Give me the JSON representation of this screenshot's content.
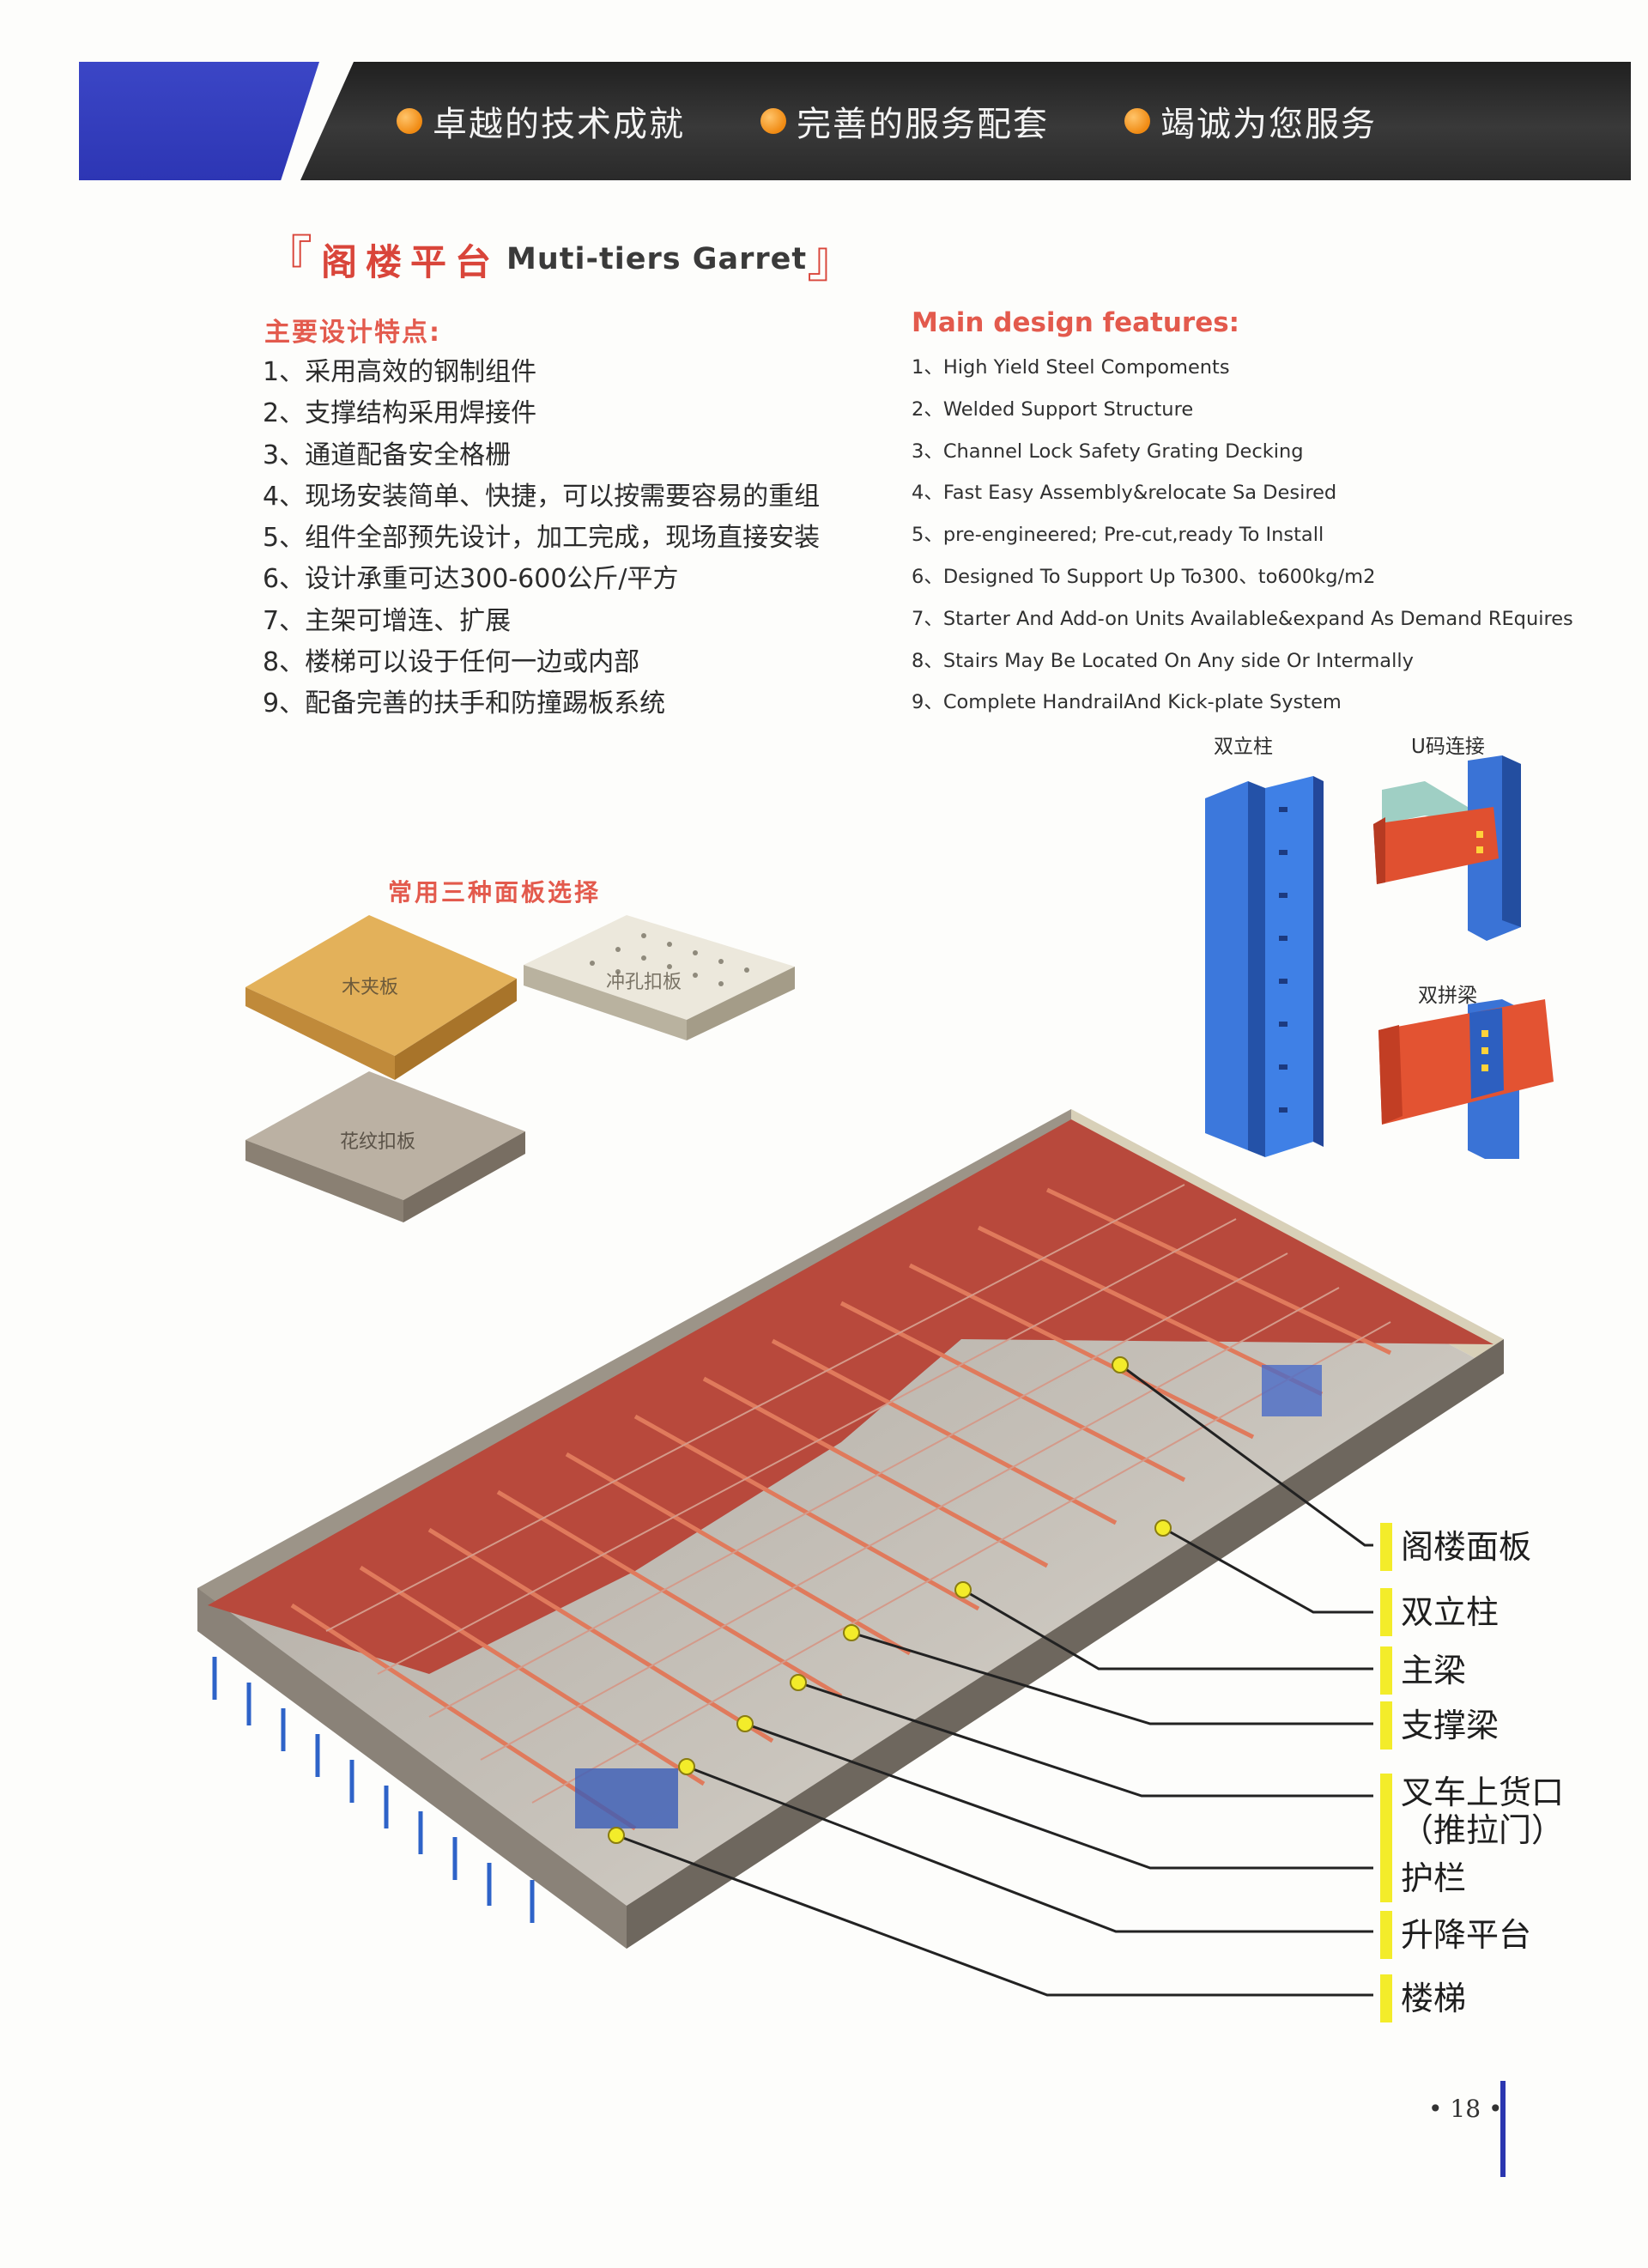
{
  "banner": {
    "tags": [
      "卓越的技术成就",
      "完善的服务配套",
      "竭诚为您服务"
    ]
  },
  "title": {
    "open": "『",
    "cn": "阁楼平台",
    "en": "Muti-tiers Garret",
    "close": "』"
  },
  "features_cn": {
    "heading": "主要设计特点:",
    "items": [
      "1、采用高效的钢制组件",
      "2、支撑结构采用焊接件",
      "3、通道配备安全格栅",
      "4、现场安装简单、快捷，可以按需要容易的重组",
      "5、组件全部预先设计，加工完成，现场直接安装",
      "6、设计承重可达300-600公斤/平方",
      "7、主架可增连、扩展",
      "8、楼梯可以设于任何一边或内部",
      "9、配备完善的扶手和防撞踢板系统"
    ]
  },
  "features_en": {
    "heading": "Main design features:",
    "items": [
      "1、High Yield Steel Compoments",
      "2、Welded Support Structure",
      "3、Channel Lock Safety Grating Decking",
      "4、Fast Easy Assembly&relocate Sa Desired",
      "5、pre-engineered; Pre-cut,ready To Install",
      "6、Designed To Support Up To300、to600kg/m2",
      "7、Starter And Add-on Units Available&expand As Demand REquires",
      "8、Stairs May Be Located On Any side Or Intermally",
      "9、Complete HandrailAnd Kick-plate System"
    ]
  },
  "components": {
    "double_column": "双立柱",
    "u_connector": "U码连接",
    "double_beam": "双拼梁"
  },
  "panels": {
    "title": "常用三种面板选择",
    "wood": "木夹板",
    "punched": "冲孔扣板",
    "patterned": "花纹扣板"
  },
  "callouts": [
    "阁楼面板",
    "双立柱",
    "主梁",
    "支撑梁",
    "叉车上货口",
    "（推拉门）",
    "护栏",
    "升降平台",
    "楼梯"
  ],
  "page_number": "• 18 •",
  "colors": {
    "accent_red": "#d9453a",
    "banner_blue": "#2d36b4",
    "banner_dark": "#2a2a2a",
    "dot_orange": "#f08a12",
    "callout_yellow": "#f3ec2a",
    "deck_red": "#b8493c",
    "column_blue": "#2e63c8"
  }
}
